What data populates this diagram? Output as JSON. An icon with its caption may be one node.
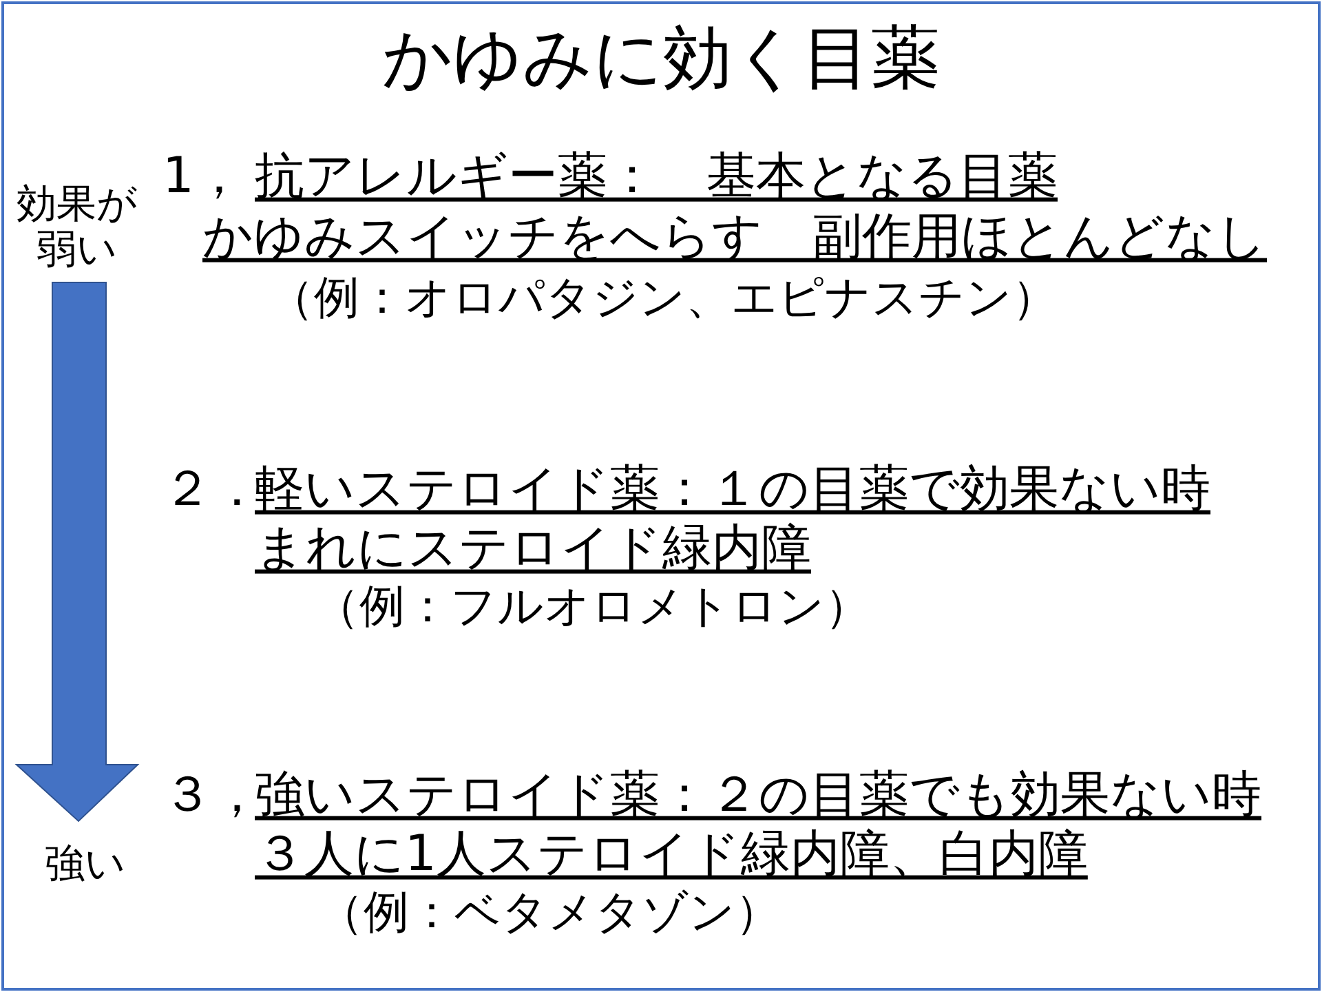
{
  "diagram": {
    "title": "かゆみに効く目薬",
    "labels": [
      "効果が弱い",
      "強い",
      "1，",
      "抗アレルギー薬：　基本となる目薬",
      "かゆみスイッチをへらす　副作用ほとんどなし",
      "（例：オロパタジン、エピナスチン）",
      "２．",
      "軽いステロイド薬：１の目薬で効果ない時",
      "まれにステロイド緑内障",
      "（例：フルオロメトロン）",
      "３，",
      "強いステロイド薬：２の目薬でも効果ない時",
      "３人に1人ステロイド緑内障、白内障",
      "（例：ベタメタゾン）"
    ]
  }
}
